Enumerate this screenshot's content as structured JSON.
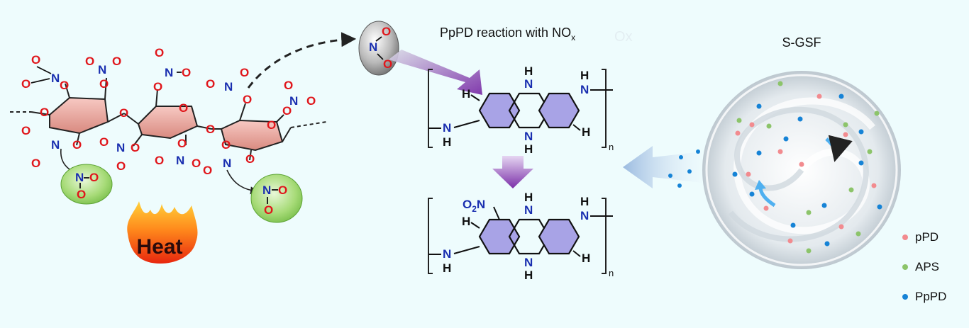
{
  "title": "PpPD reaction with NO",
  "title_subscript": "x",
  "title_ghost": "Ox",
  "sgsf_label": "S-GSF",
  "heat_label": "Heat",
  "legend": [
    {
      "label": "pPD",
      "color": "#f28b8f"
    },
    {
      "label": "APS",
      "color": "#8cc46a"
    },
    {
      "label": "PpPD",
      "color": "#1683d6"
    }
  ],
  "atoms": {
    "O": "O",
    "N": "N",
    "H": "H",
    "NH": "N",
    "O2N": "O",
    "O2N_sub": "2",
    "O2N_N": "N",
    "n": "n"
  },
  "colors": {
    "nitrate_red": "#e0161b",
    "nitrogen_blue": "#1a2fb0",
    "ring_fill": "#a8a3e6",
    "sugar_fill": "#f2b3ad",
    "green_bubble": "#9bd46e",
    "arrow_purple": "#7b2fa8",
    "arrow_blue": "#a9c8e6",
    "flame": "#ff5a1a"
  }
}
